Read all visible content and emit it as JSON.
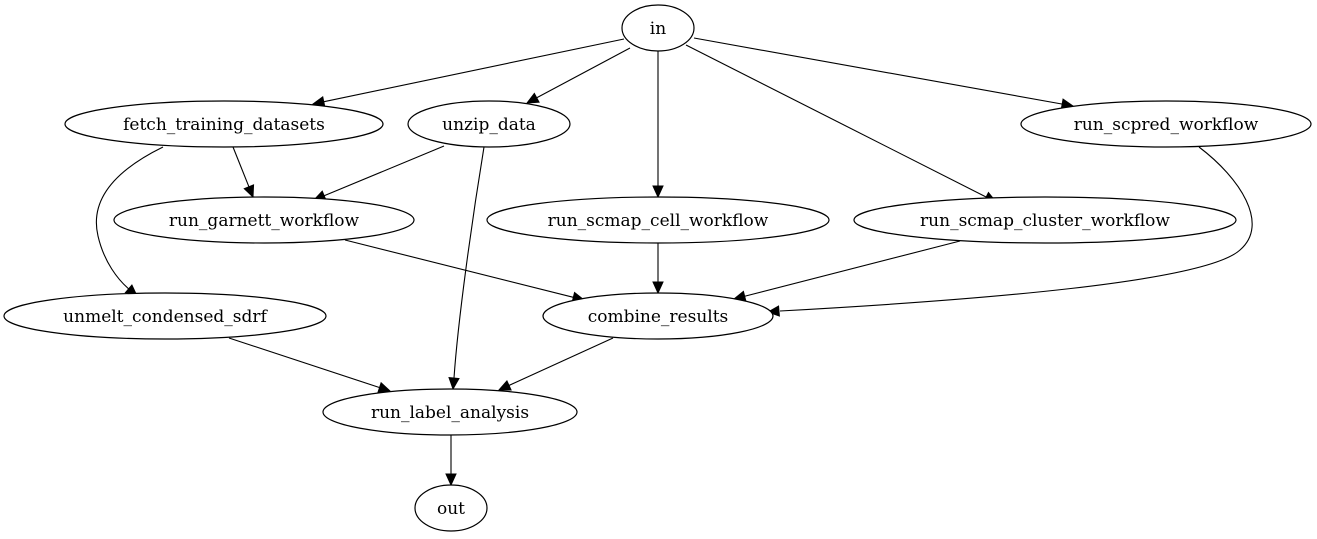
{
  "nodes": [
    {
      "id": "in",
      "label": "in"
    },
    {
      "id": "fetch_training_datasets",
      "label": "fetch_training_datasets"
    },
    {
      "id": "unzip_data",
      "label": "unzip_data"
    },
    {
      "id": "run_scpred_workflow",
      "label": "run_scpred_workflow"
    },
    {
      "id": "run_garnett_workflow",
      "label": "run_garnett_workflow"
    },
    {
      "id": "run_scmap_cell_workflow",
      "label": "run_scmap_cell_workflow"
    },
    {
      "id": "run_scmap_cluster_workflow",
      "label": "run_scmap_cluster_workflow"
    },
    {
      "id": "unmelt_condensed_sdrf",
      "label": "unmelt_condensed_sdrf"
    },
    {
      "id": "combine_results",
      "label": "combine_results"
    },
    {
      "id": "run_label_analysis",
      "label": "run_label_analysis"
    },
    {
      "id": "out",
      "label": "out"
    }
  ],
  "edges": [
    {
      "from": "in",
      "to": "fetch_training_datasets"
    },
    {
      "from": "in",
      "to": "unzip_data"
    },
    {
      "from": "in",
      "to": "run_scmap_cell_workflow"
    },
    {
      "from": "in",
      "to": "run_scmap_cluster_workflow"
    },
    {
      "from": "in",
      "to": "run_scpred_workflow"
    },
    {
      "from": "fetch_training_datasets",
      "to": "run_garnett_workflow"
    },
    {
      "from": "fetch_training_datasets",
      "to": "unmelt_condensed_sdrf"
    },
    {
      "from": "unzip_data",
      "to": "run_garnett_workflow"
    },
    {
      "from": "unzip_data",
      "to": "run_label_analysis"
    },
    {
      "from": "run_garnett_workflow",
      "to": "combine_results"
    },
    {
      "from": "run_scmap_cell_workflow",
      "to": "combine_results"
    },
    {
      "from": "run_scmap_cluster_workflow",
      "to": "combine_results"
    },
    {
      "from": "run_scpred_workflow",
      "to": "combine_results"
    },
    {
      "from": "unmelt_condensed_sdrf",
      "to": "run_label_analysis"
    },
    {
      "from": "combine_results",
      "to": "run_label_analysis"
    },
    {
      "from": "run_label_analysis",
      "to": "out"
    }
  ]
}
